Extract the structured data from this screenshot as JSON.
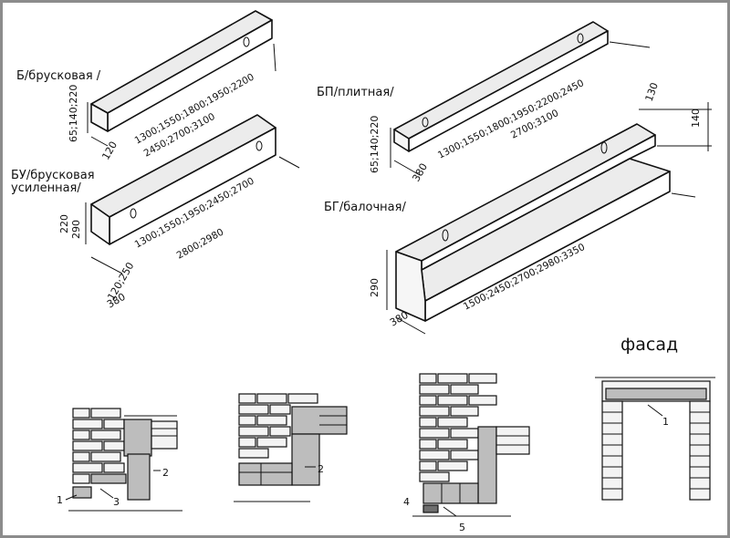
{
  "labels": {
    "b": "Б/брусковая /",
    "bu_line1": "БУ/брусковая",
    "bu_line2": "усиленная/",
    "bp": "БП/плитная/",
    "bg": "БГ/балочная/",
    "facade": "фасад"
  },
  "dimensions": {
    "b_lengths_1": "1300;1550;1800;1950;2200",
    "b_lengths_2": "2450;2700;3100",
    "b_height": "65;140;220",
    "b_width": "120",
    "bu_lengths_1": "1300;1550;1950;2450;2700",
    "bu_lengths_2": "2800;2980",
    "bu_height_1": "220",
    "bu_height_2": "290",
    "bu_width_1": "120;250",
    "bu_width_2": "380",
    "bp_lengths_1": "1300;1550;1800;1950;2200;2450",
    "bp_lengths_2": "2700;3100",
    "bp_height": "65;140;220",
    "bp_width": "380",
    "bp_top_130": "130",
    "bp_top_140": "140",
    "bg_lengths": "1500;2450;2700;2980;3350",
    "bg_height": "290",
    "bg_width": "380"
  },
  "markers": {
    "s1_1": "1",
    "s1_2": "2",
    "s1_3": "3",
    "s2_2": "2",
    "s3_4": "4",
    "s3_5": "5",
    "facade_1": "1"
  }
}
